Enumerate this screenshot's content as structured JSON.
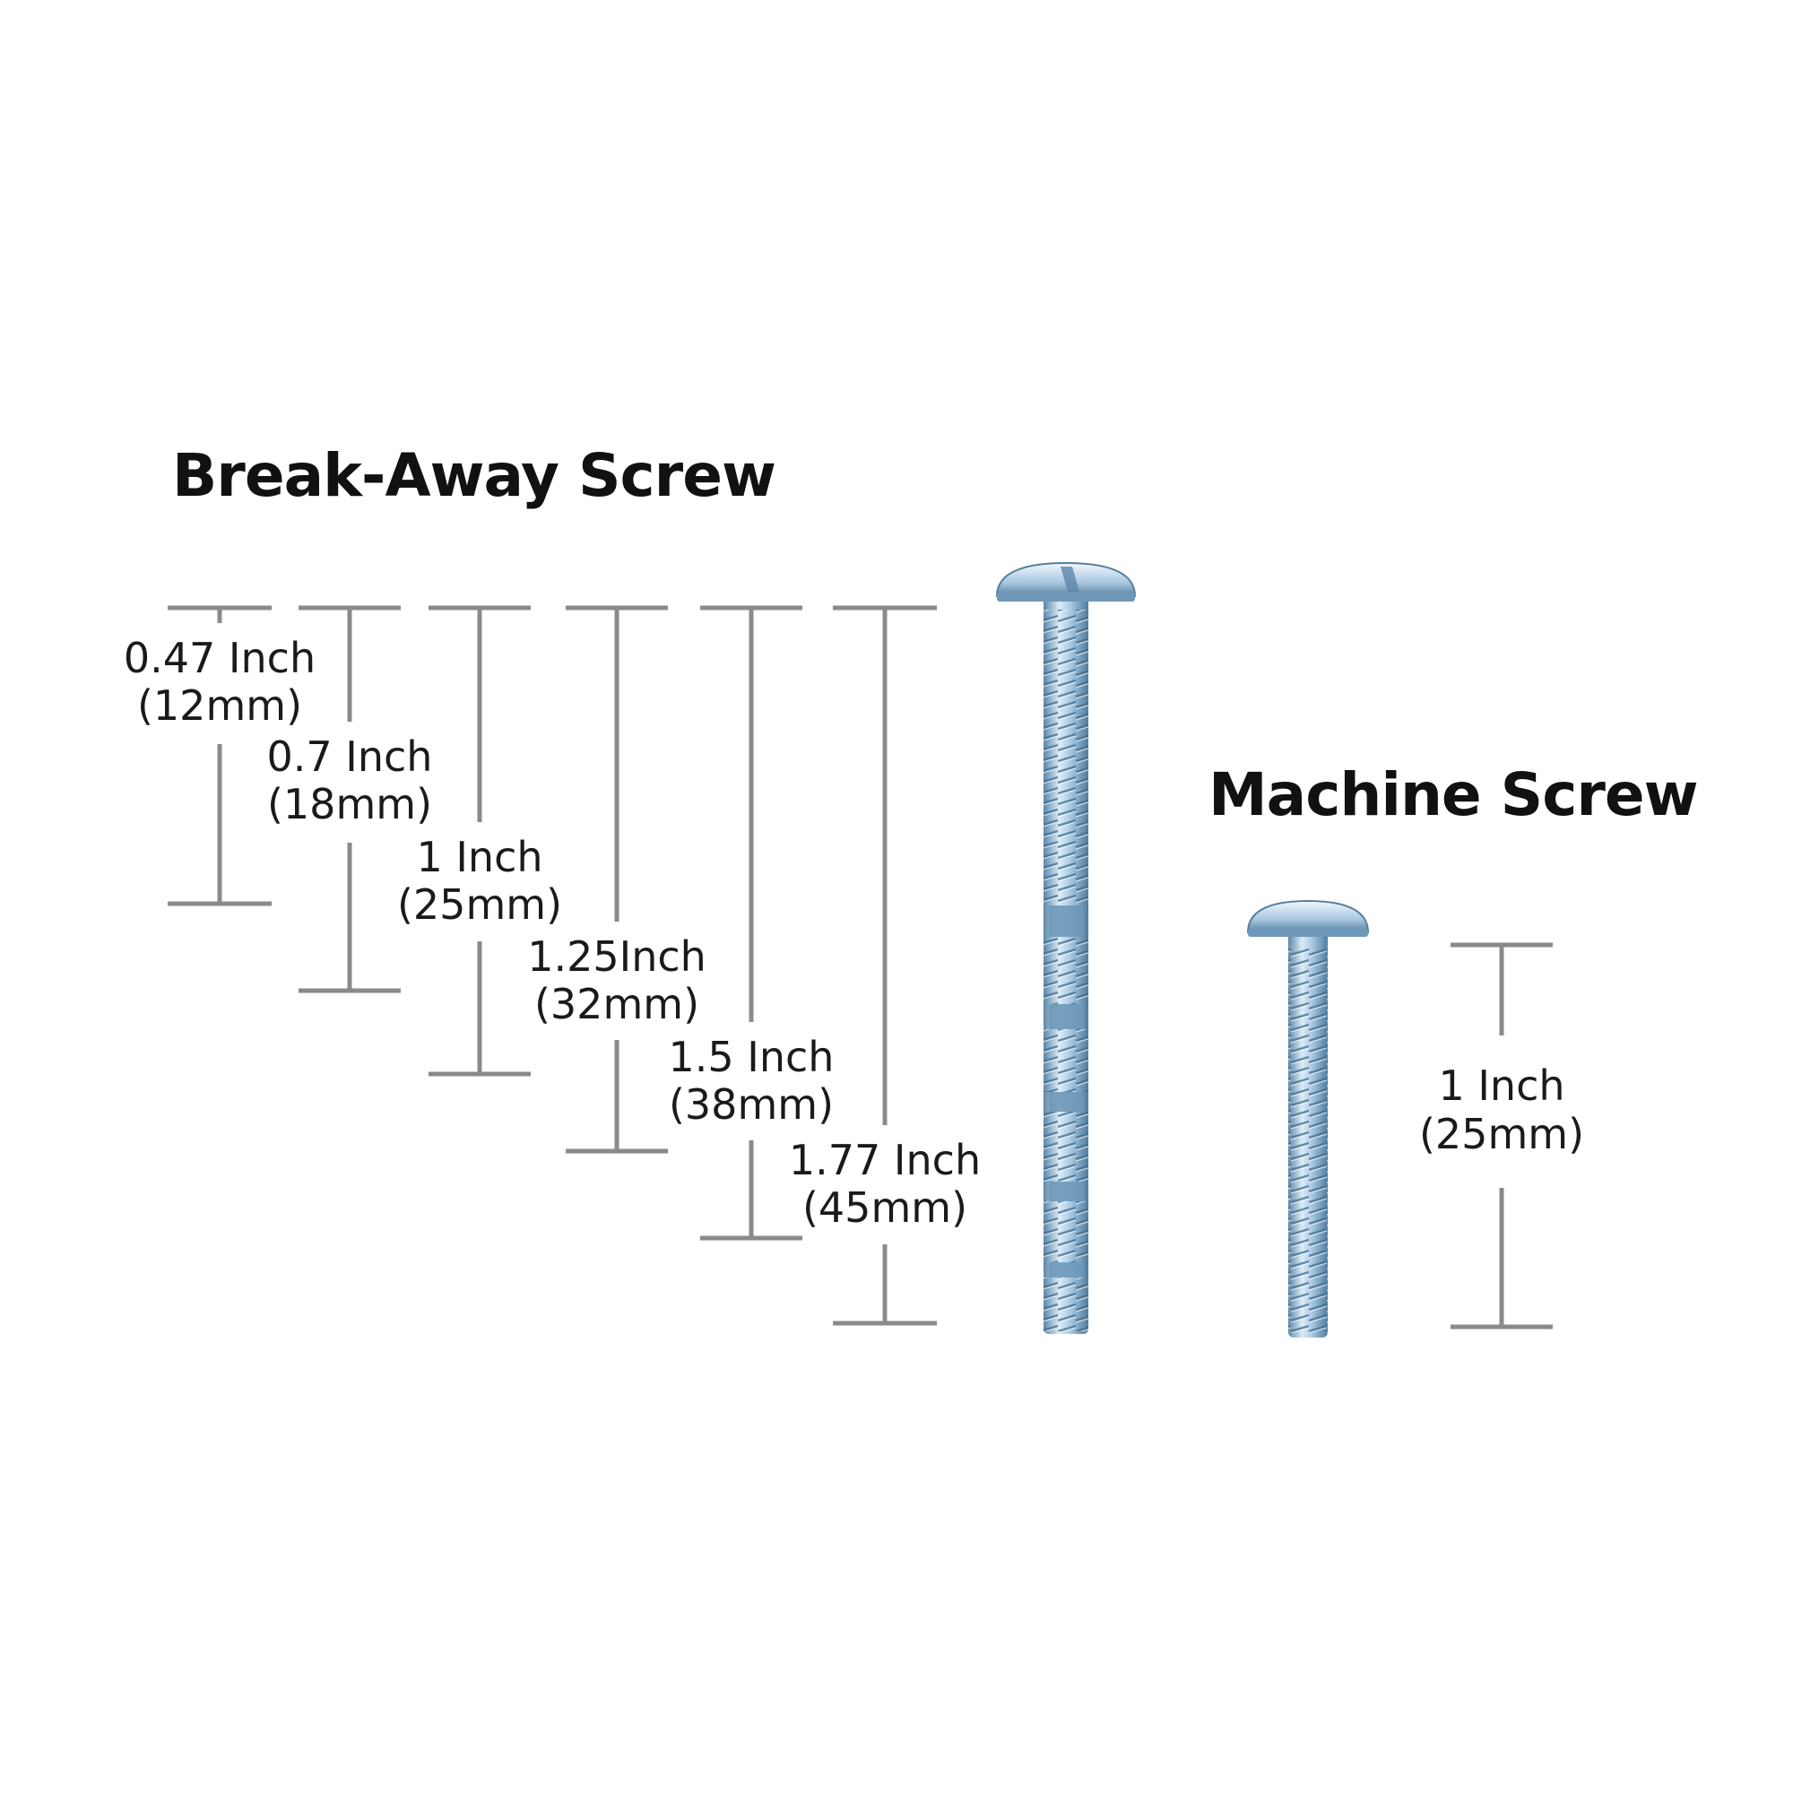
{
  "break_away": {
    "title": "Break-Away Screw",
    "measurements": [
      {
        "inch": "0.47 Inch",
        "mm": "(12mm)"
      },
      {
        "inch": "0.7 Inch",
        "mm": "(18mm)"
      },
      {
        "inch": "1 Inch",
        "mm": "(25mm)"
      },
      {
        "inch": "1.25Inch",
        "mm": "(32mm)"
      },
      {
        "inch": "1.5 Inch",
        "mm": "(38mm)"
      },
      {
        "inch": "1.77 Inch",
        "mm": "(45mm)"
      }
    ]
  },
  "machine": {
    "title": "Machine Screw",
    "measurement": {
      "inch": "1 Inch",
      "mm": "(25mm)"
    }
  },
  "colors": {
    "dimension_line": "#8a8a8a",
    "label_text": "#1a1a1a",
    "screw_metal": "#9fc3de",
    "screw_highlight": "#e6f2fb",
    "screw_shadow": "#4d7a9c"
  }
}
